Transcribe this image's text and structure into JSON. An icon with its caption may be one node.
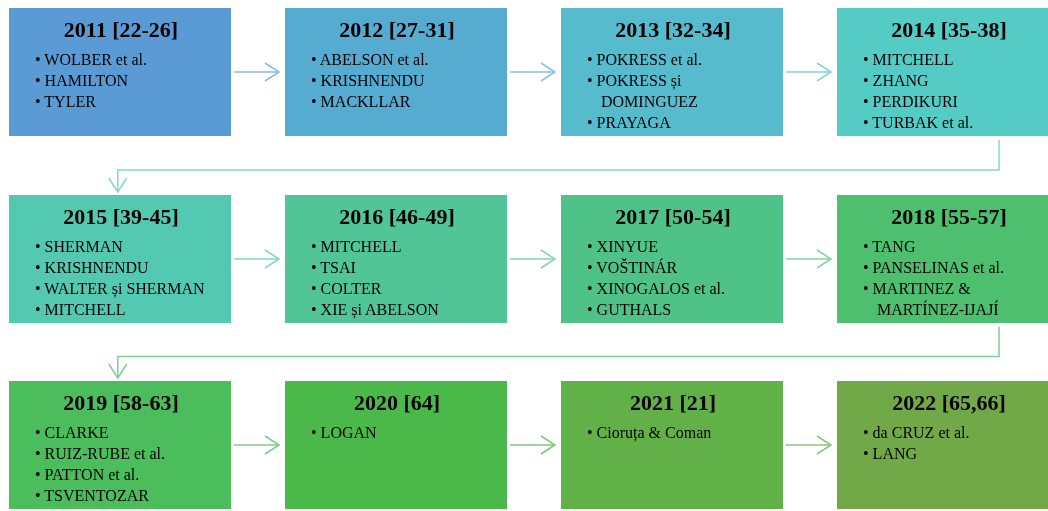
{
  "diagram": {
    "nodes": [
      {
        "text": [
          "2011 [22-26]",
          "• WOLBER et al.",
          "• HAMILTON",
          "• TYLER"
        ]
      },
      {
        "text": [
          "2012 [27-31]",
          "• ABELSON et al.",
          "• KRISHNENDU",
          "• MACKLLAR"
        ]
      },
      {
        "text": [
          "2013 [32-34]",
          "• POKRESS et al.",
          "• POKRESS și DOMINGUEZ",
          "• PRAYAGA"
        ]
      },
      {
        "text": [
          "2014 [35-38]",
          "• MITCHELL",
          "• ZHANG",
          "• PERDIKURI",
          "• TURBAK et al."
        ]
      },
      {
        "text": [
          "2015 [39-45]",
          "• SHERMAN",
          "• KRISHNENDU",
          "• WALTER și SHERMAN",
          "• MITCHELL"
        ]
      },
      {
        "text": [
          "2016 [46-49]",
          "• MITCHELL",
          "• TSAI",
          "• COLTER",
          "• XIE și ABELSON"
        ]
      },
      {
        "text": [
          "2017 [50-54]",
          "• XINYUE",
          "• VOŠTINÁR",
          "• XINOGALOS et al.",
          "• GUTHALS"
        ]
      },
      {
        "text": [
          "2018 [55-57]",
          "• TANG",
          "• PANSELINAS et al.",
          "• MARTINEZ & MARTÍNEZ-IJAJÍ"
        ]
      },
      {
        "text": [
          "2019 [58-63]",
          "• CLARKE",
          "• RUIZ-RUBE et al.",
          "• PATTON et al.",
          "• TSVENTOZAR"
        ]
      },
      {
        "text": [
          "2020 [64]",
          "• LOGAN"
        ]
      },
      {
        "text": [
          "2021 [21]",
          "• Cioruța & Coman"
        ]
      },
      {
        "text": [
          "2022 [65,66]",
          "• da CRUZ et al.",
          "• LANG"
        ]
      }
    ],
    "edges": [
      {
        "from": 0,
        "to": 1,
        "arrow": "to",
        "color": "#8bb8e3"
      },
      {
        "from": 1,
        "to": 2,
        "arrow": "to",
        "color": "#86c4e0"
      },
      {
        "from": 2,
        "to": 3,
        "arrow": "to",
        "color": "#86d0dd"
      },
      {
        "from": 3,
        "to": 4,
        "arrow": "to",
        "color": "#84d8d3"
      },
      {
        "from": 4,
        "to": 5,
        "arrow": "to",
        "color": "#83d8c6"
      },
      {
        "from": 5,
        "to": 6,
        "arrow": "to",
        "color": "#82d5b4"
      },
      {
        "from": 6,
        "to": 7,
        "arrow": "to",
        "color": "#80d3a6"
      },
      {
        "from": 7,
        "to": 8,
        "arrow": "to",
        "color": "#7ecf96"
      },
      {
        "from": 8,
        "to": 9,
        "arrow": "to",
        "color": "#7ccd88"
      },
      {
        "from": 9,
        "to": 10,
        "arrow": "to",
        "color": "#7cc97a"
      },
      {
        "from": 10,
        "to": 11,
        "arrow": "to",
        "color": "#8bc47a"
      }
    ]
  }
}
